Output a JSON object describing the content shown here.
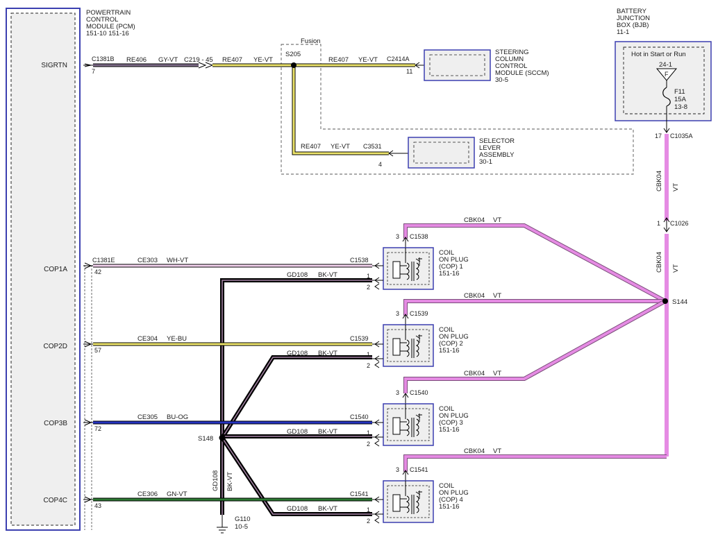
{
  "pcm": {
    "title_lines": [
      "POWERTRAIN",
      "CONTROL",
      "MODULE (PCM)",
      "151-10  151-16"
    ],
    "pins": [
      {
        "name": "SIGRTN",
        "connector": "C1381B",
        "pin": "7"
      },
      {
        "name": "COP1A",
        "connector": "C1381E",
        "pin": "42"
      },
      {
        "name": "COP2D",
        "connector": "",
        "pin": "57"
      },
      {
        "name": "COP3B",
        "connector": "",
        "pin": "72"
      },
      {
        "name": "COP4C",
        "connector": "",
        "pin": "43"
      }
    ]
  },
  "bjb": {
    "title_lines": [
      "BATTERY",
      "JUNCTION",
      "BOX (BJB)",
      "11-1"
    ],
    "inner_label": "Hot in Start or Run",
    "ref": "24-1",
    "fuse_letter": "F",
    "fuse_lines": [
      "F11",
      "15A",
      "13-8"
    ]
  },
  "fusion_label": "Fusion",
  "sigrtn_circuit": {
    "seg1": {
      "circuit": "RE406",
      "color": "GY-VT"
    },
    "inline": "C219 - 45",
    "seg2": {
      "circuit": "RE407",
      "color": "YE-VT"
    },
    "splice": "S205",
    "seg3": {
      "circuit": "RE407",
      "color": "YE-VT"
    },
    "sccm_connector": "C2414A",
    "sccm_pin": "11",
    "seg4": {
      "circuit": "RE407",
      "color": "YE-VT"
    },
    "sla_connector": "C3531",
    "sla_pin": "4"
  },
  "sccm": {
    "lines": [
      "STEERING",
      "COLUMN",
      "CONTROL",
      "MODULE (SCCM)",
      "30-5"
    ]
  },
  "sla": {
    "lines": [
      "SELECTOR",
      "LEVER",
      "ASSEMBLY",
      "30-1"
    ]
  },
  "power": {
    "c1035_pin": "17",
    "c1035": "C1035A",
    "c1026_pin": "1",
    "c1026": "C1026",
    "vertical_circuit": "CBK04",
    "vertical_color": "VT",
    "splice": "S144"
  },
  "coils": [
    {
      "feed_circuit": "CE303",
      "feed_color": "WH-VT",
      "connector": "C1538",
      "pwr_pin": "3",
      "pwr_connector": "C1538",
      "cbk": "CBK04",
      "cbk_color": "VT",
      "lines": [
        "COIL",
        "ON PLUG",
        "(COP) 1",
        "151-16"
      ],
      "gnd_circuit": "GD108",
      "gnd_color": "BK-VT",
      "pin1": "1",
      "pin2": "2"
    },
    {
      "feed_circuit": "CE304",
      "feed_color": "YE-BU",
      "connector": "C1539",
      "pwr_pin": "3",
      "pwr_connector": "C1539",
      "cbk": "CBK04",
      "cbk_color": "VT",
      "lines": [
        "COIL",
        "ON PLUG",
        "(COP) 2",
        "151-16"
      ],
      "gnd_circuit": "GD108",
      "gnd_color": "BK-VT",
      "pin1": "1",
      "pin2": "2"
    },
    {
      "feed_circuit": "CE305",
      "feed_color": "BU-OG",
      "connector": "C1540",
      "pwr_pin": "3",
      "pwr_connector": "C1540",
      "cbk": "CBK04",
      "cbk_color": "VT",
      "lines": [
        "COIL",
        "ON PLUG",
        "(COP) 3",
        "151-16"
      ],
      "gnd_circuit": "GD108",
      "gnd_color": "BK-VT",
      "pin1": "1",
      "pin2": "2"
    },
    {
      "feed_circuit": "CE306",
      "feed_color": "GN-VT",
      "connector": "C1541",
      "pwr_pin": "3",
      "pwr_connector": "C1541",
      "cbk": "CBK04",
      "cbk_color": "VT",
      "lines": [
        "COIL",
        "ON PLUG",
        "(COP) 4",
        "151-16"
      ],
      "gnd_circuit": "GD108",
      "gnd_color": "BK-VT",
      "pin1": "1",
      "pin2": "2"
    }
  ],
  "ground": {
    "splice": "S148",
    "vertical_circuit": "GD108",
    "vertical_color": "BK-VT",
    "ground_id": "G110",
    "ground_ref": "10-5"
  },
  "wire_colors": {
    "violet": "#e58be3",
    "yellow": "#ece36a",
    "gray_violet": "#7c6a86",
    "white_violet": "#f3d2ee",
    "blue": "#2633c0",
    "green": "#2d7a33",
    "black": "#000000",
    "module_border": "#3b3fb0",
    "module_fill": "#eeeeee"
  }
}
